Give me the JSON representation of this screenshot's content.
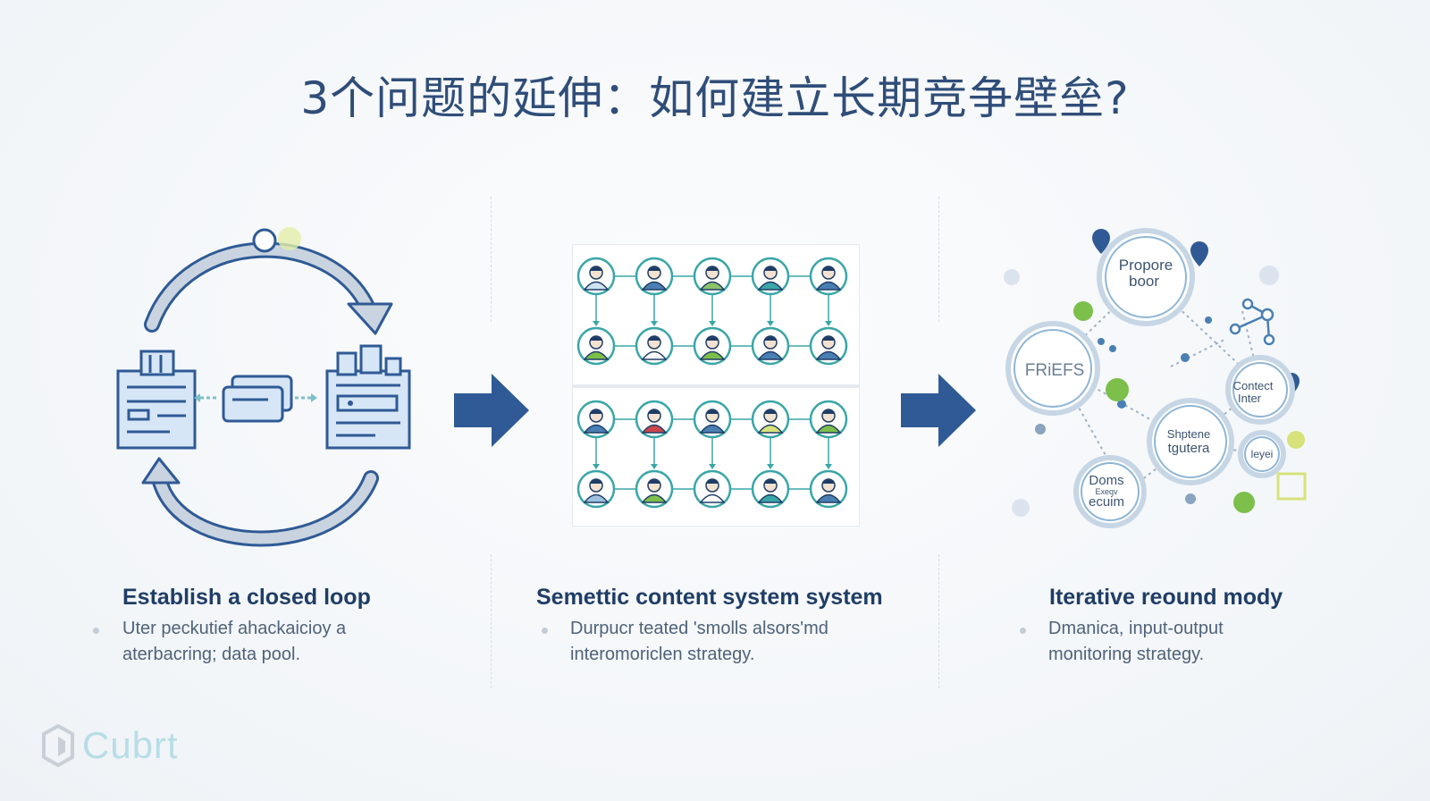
{
  "title": "3个问题的延伸：如何建立长期竞争壁垒?",
  "colors": {
    "primary": "#2f5a95",
    "accent_green": "#7cbf4a",
    "accent_teal": "#3aa6a8",
    "heading": "#1f3d66"
  },
  "columns": [
    {
      "heading": "Establish a closed loop",
      "desc_line1": "Uter peckutief ahackaicioy a",
      "desc_line2": "aterbacring; data pool."
    },
    {
      "heading": "Semettic content system system",
      "desc_line1": "Durpucr teated 'smolls alsors'md",
      "desc_line2": "interomoriclen strategy."
    },
    {
      "heading": "Iterative reound mody",
      "desc_line1": "Dmanica, input-output",
      "desc_line2": "monitoring strategy."
    }
  ],
  "network_nodes": {
    "n1": [
      "Propore",
      "boor"
    ],
    "n2": "FRiEFS",
    "n3": [
      "Contect",
      "Inter"
    ],
    "n4": [
      "Shptene",
      "tgutera"
    ],
    "n5": [
      "Doms",
      "Exeqv",
      "ecuim"
    ],
    "n6": "leyei"
  },
  "logo": {
    "text": "Cubrt",
    "icon": "cube-logo-icon"
  },
  "icons": [
    "loop-arrow-icon",
    "server-icon",
    "data-transfer-icon",
    "person-avatar-icon",
    "right-arrow-icon",
    "network-node-icon",
    "map-pin-icon",
    "gear-icon"
  ]
}
